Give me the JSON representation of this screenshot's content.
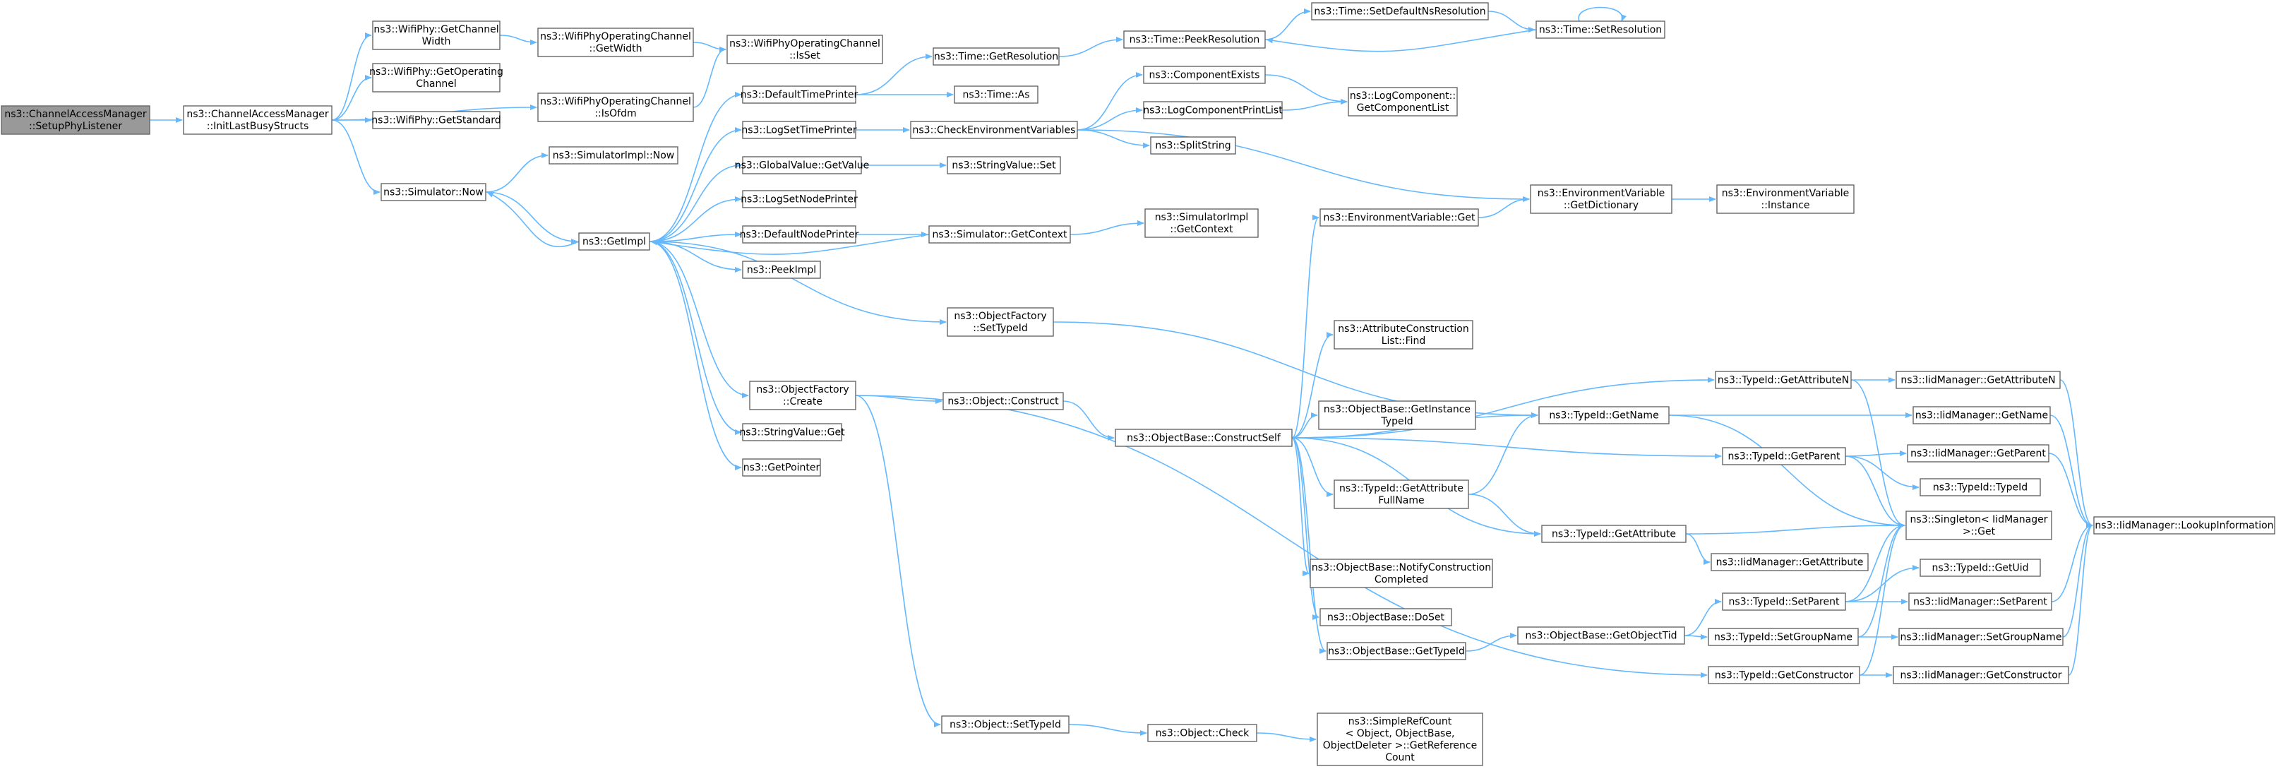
{
  "diagram": {
    "type": "call-graph",
    "colors": {
      "edge": "#63b8ff",
      "node_border": "#666666",
      "root_fill": "#999999",
      "node_fill": "#ffffff",
      "text": "#000000"
    },
    "nodes": [
      {
        "id": "setupphy",
        "lines": [
          "ns3::ChannelAccessManager",
          "::SetupPhyListener"
        ],
        "root": true
      },
      {
        "id": "initlast",
        "lines": [
          "ns3::ChannelAccessManager",
          "::InitLastBusyStructs"
        ]
      },
      {
        "id": "getchw",
        "lines": [
          "ns3::WifiPhy::GetChannel",
          "Width"
        ]
      },
      {
        "id": "getopch",
        "lines": [
          "ns3::WifiPhy::GetOperating",
          "Channel"
        ]
      },
      {
        "id": "getstd",
        "lines": [
          "ns3::WifiPhy::GetStandard"
        ]
      },
      {
        "id": "wpocgw",
        "lines": [
          "ns3::WifiPhyOperatingChannel",
          "::GetWidth"
        ]
      },
      {
        "id": "wpocisofdm",
        "lines": [
          "ns3::WifiPhyOperatingChannel",
          "::IsOfdm"
        ]
      },
      {
        "id": "wpocisset",
        "lines": [
          "ns3::WifiPhyOperatingChannel",
          "::IsSet"
        ]
      },
      {
        "id": "simnow",
        "lines": [
          "ns3::Simulator::Now"
        ]
      },
      {
        "id": "simimplnow",
        "lines": [
          "ns3::SimulatorImpl::Now"
        ]
      },
      {
        "id": "getimpl",
        "lines": [
          "ns3::GetImpl"
        ]
      },
      {
        "id": "deftimeprinter",
        "lines": [
          "ns3::DefaultTimePrinter"
        ]
      },
      {
        "id": "logsettimeprinter",
        "lines": [
          "ns3::LogSetTimePrinter"
        ]
      },
      {
        "id": "gvgetvalue",
        "lines": [
          "ns3::GlobalValue::GetValue"
        ]
      },
      {
        "id": "logsetnodeprinter",
        "lines": [
          "ns3::LogSetNodePrinter"
        ]
      },
      {
        "id": "defnodeprinter",
        "lines": [
          "ns3::DefaultNodePrinter"
        ]
      },
      {
        "id": "peekimpl",
        "lines": [
          "ns3::PeekImpl"
        ]
      },
      {
        "id": "ofsettypeid",
        "lines": [
          "ns3::ObjectFactory",
          "::SetTypeId"
        ]
      },
      {
        "id": "ofcreate",
        "lines": [
          "ns3::ObjectFactory",
          "::Create"
        ]
      },
      {
        "id": "strvalget",
        "lines": [
          "ns3::StringValue::Get"
        ]
      },
      {
        "id": "getpointer",
        "lines": [
          "ns3::GetPointer"
        ]
      },
      {
        "id": "timegetres",
        "lines": [
          "ns3::Time::GetResolution"
        ]
      },
      {
        "id": "timeas",
        "lines": [
          "ns3::Time::As"
        ]
      },
      {
        "id": "timepeekres",
        "lines": [
          "ns3::Time::PeekResolution"
        ]
      },
      {
        "id": "timesetdefns",
        "lines": [
          "ns3::Time::SetDefaultNsResolution"
        ]
      },
      {
        "id": "timesetres",
        "lines": [
          "ns3::Time::SetResolution"
        ]
      },
      {
        "id": "checkenv",
        "lines": [
          "ns3::CheckEnvironmentVariables"
        ]
      },
      {
        "id": "compexists",
        "lines": [
          "ns3::ComponentExists"
        ]
      },
      {
        "id": "logcompprintlist",
        "lines": [
          "ns3::LogComponentPrintList"
        ]
      },
      {
        "id": "splitstring",
        "lines": [
          "ns3::SplitString"
        ]
      },
      {
        "id": "logcompgetlist",
        "lines": [
          "ns3::LogComponent::",
          "GetComponentList"
        ]
      },
      {
        "id": "strvalset",
        "lines": [
          "ns3::StringValue::Set"
        ]
      },
      {
        "id": "simgetctx",
        "lines": [
          "ns3::Simulator::GetContext"
        ]
      },
      {
        "id": "simimplgetctx",
        "lines": [
          "ns3::SimulatorImpl",
          "::GetContext"
        ]
      },
      {
        "id": "envget",
        "lines": [
          "ns3::EnvironmentVariable::Get"
        ]
      },
      {
        "id": "envgetdict",
        "lines": [
          "ns3::EnvironmentVariable",
          "::GetDictionary"
        ]
      },
      {
        "id": "envinstance",
        "lines": [
          "ns3::EnvironmentVariable",
          "::Instance"
        ]
      },
      {
        "id": "objconstruct",
        "lines": [
          "ns3::Object::Construct"
        ]
      },
      {
        "id": "objbaseconstructself",
        "lines": [
          "ns3::ObjectBase::ConstructSelf"
        ]
      },
      {
        "id": "attrconstrfind",
        "lines": [
          "ns3::AttributeConstruction",
          "List::Find"
        ]
      },
      {
        "id": "obgetinsttid",
        "lines": [
          "ns3::ObjectBase::GetInstance",
          "TypeId"
        ]
      },
      {
        "id": "tidgetattrfullname",
        "lines": [
          "ns3::TypeId::GetAttribute",
          "FullName"
        ]
      },
      {
        "id": "obnotify",
        "lines": [
          "ns3::ObjectBase::NotifyConstruction",
          "Completed"
        ]
      },
      {
        "id": "obdoset",
        "lines": [
          "ns3::ObjectBase::DoSet"
        ]
      },
      {
        "id": "obgettid",
        "lines": [
          "ns3::ObjectBase::GetTypeId"
        ]
      },
      {
        "id": "objsettypeid",
        "lines": [
          "ns3::Object::SetTypeId"
        ]
      },
      {
        "id": "objcheck",
        "lines": [
          "ns3::Object::Check"
        ]
      },
      {
        "id": "srcgetref",
        "lines": [
          "ns3::SimpleRefCount",
          "< Object, ObjectBase,",
          "ObjectDeleter >::GetReference",
          "Count"
        ]
      },
      {
        "id": "tidgetname",
        "lines": [
          "ns3::TypeId::GetName"
        ]
      },
      {
        "id": "tidgetattrn",
        "lines": [
          "ns3::TypeId::GetAttributeN"
        ]
      },
      {
        "id": "tidgetparent",
        "lines": [
          "ns3::TypeId::GetParent"
        ]
      },
      {
        "id": "tidgetattr",
        "lines": [
          "ns3::TypeId::GetAttribute"
        ]
      },
      {
        "id": "obgetobjtid",
        "lines": [
          "ns3::ObjectBase::GetObjectTid"
        ]
      },
      {
        "id": "tidsetparent",
        "lines": [
          "ns3::TypeId::SetParent"
        ]
      },
      {
        "id": "tidsetgroupname",
        "lines": [
          "ns3::TypeId::SetGroupName"
        ]
      },
      {
        "id": "tidgetconstructor",
        "lines": [
          "ns3::TypeId::GetConstructor"
        ]
      },
      {
        "id": "iidgetattrn",
        "lines": [
          "ns3::IidManager::GetAttributeN"
        ]
      },
      {
        "id": "iidgetname",
        "lines": [
          "ns3::IidManager::GetName"
        ]
      },
      {
        "id": "iidgetparent",
        "lines": [
          "ns3::IidManager::GetParent"
        ]
      },
      {
        "id": "tidtypeid",
        "lines": [
          "ns3::TypeId::TypeId"
        ]
      },
      {
        "id": "singletonget",
        "lines": [
          "ns3::Singleton< IidManager",
          "  >::Get"
        ]
      },
      {
        "id": "iidgetattr",
        "lines": [
          "ns3::IidManager::GetAttribute"
        ]
      },
      {
        "id": "tidgetuid",
        "lines": [
          "ns3::TypeId::GetUid"
        ]
      },
      {
        "id": "iidsetparent",
        "lines": [
          "ns3::IidManager::SetParent"
        ]
      },
      {
        "id": "iidsetgroupname",
        "lines": [
          "ns3::IidManager::SetGroupName"
        ]
      },
      {
        "id": "iidgetconstructor",
        "lines": [
          "ns3::IidManager::GetConstructor"
        ]
      },
      {
        "id": "iidlookup",
        "lines": [
          "ns3::IidManager::LookupInformation"
        ]
      }
    ]
  }
}
